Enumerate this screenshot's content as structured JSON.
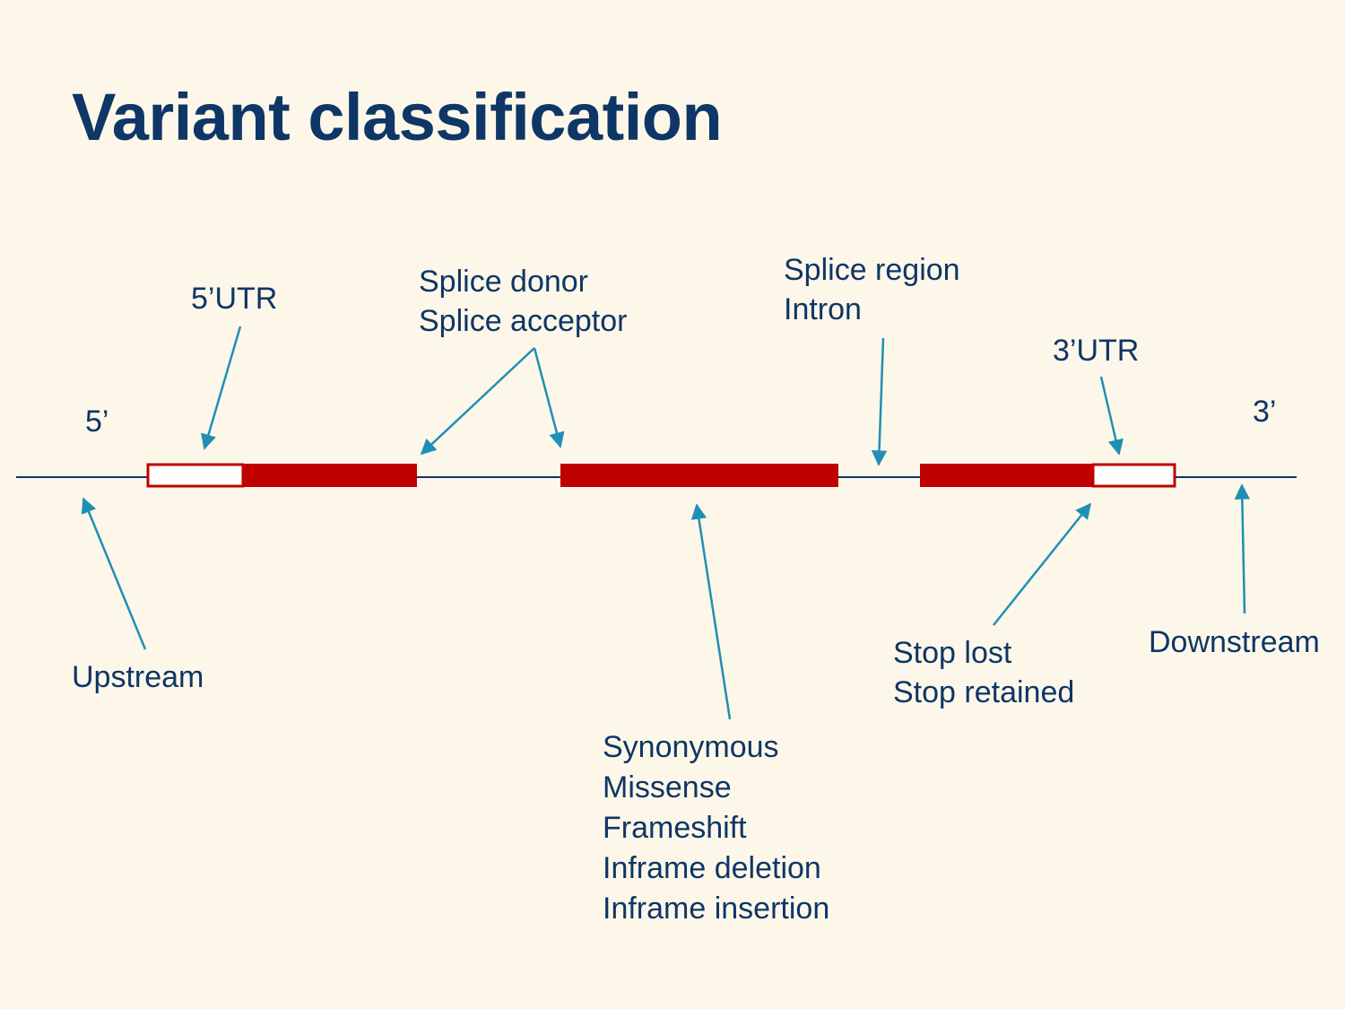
{
  "title": "Variant classification",
  "colors": {
    "background": "#fdf7ea",
    "title": "#0e3666",
    "exon": "#c00000",
    "utr_fill": "#ffffff",
    "line": "#0e3666",
    "arrow": "#1f8fb5"
  },
  "strand": {
    "left_end": "5’",
    "right_end": "3’"
  },
  "labels": {
    "utr5": "5’UTR",
    "splice": [
      "Splice donor",
      "Splice acceptor"
    ],
    "intron": [
      "Splice region",
      "Intron"
    ],
    "utr3": "3’UTR",
    "upstream": "Upstream",
    "coding": [
      "Synonymous",
      "Missense",
      "Frameshift",
      "Inframe deletion",
      "Inframe insertion"
    ],
    "stop": [
      "Stop lost",
      "Stop retained"
    ],
    "downstream": "Downstream"
  }
}
